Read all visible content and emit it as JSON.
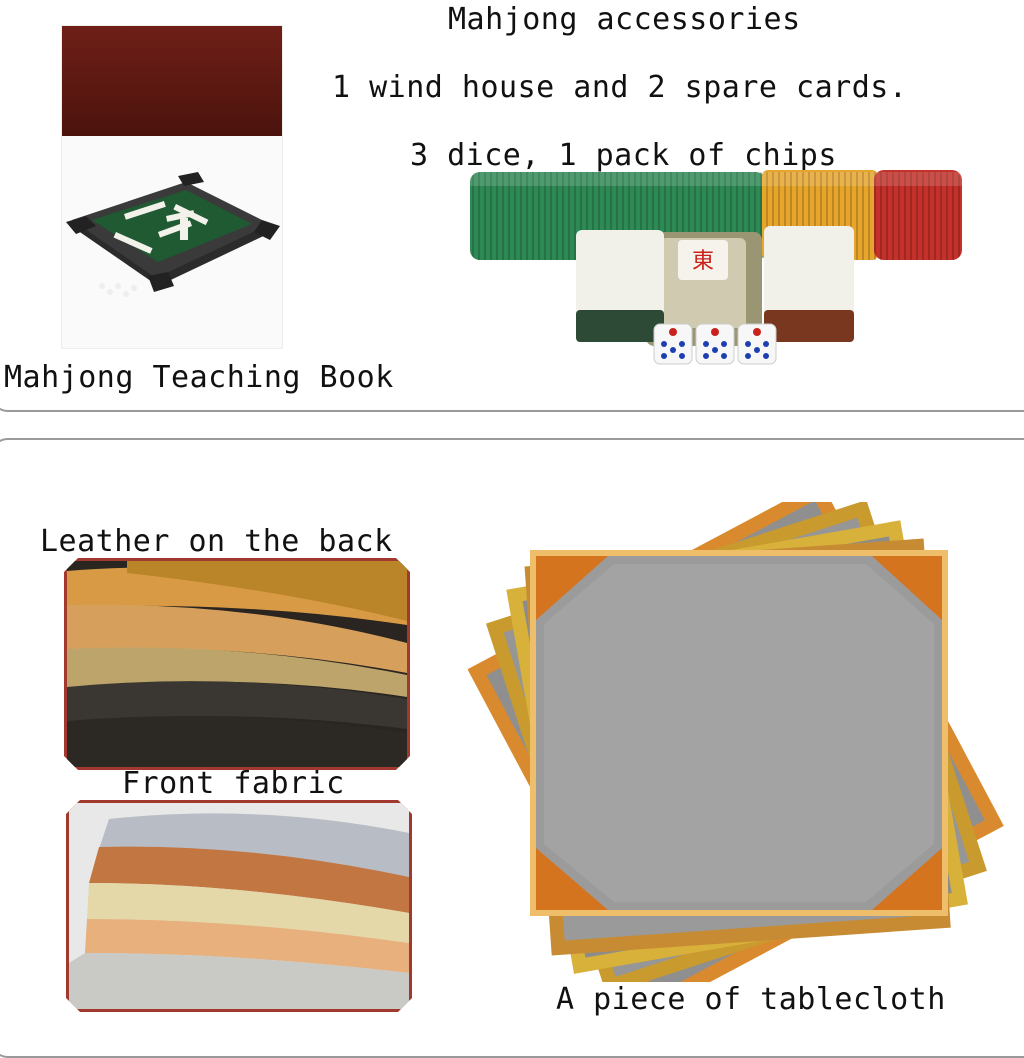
{
  "top_section": {
    "accessories_title": "Mahjong accessories",
    "wind_house_line": "1 wind house and 2 spare cards.",
    "dice_chips_line": "3 dice, 1 pack of chips",
    "book_caption": "Mahjong Teaching Book",
    "tile_glyph": "東"
  },
  "bottom_section": {
    "leather_caption": "Leather on the back",
    "fabric_caption": "Front fabric",
    "tablecloth_caption": "A piece of tablecloth"
  },
  "colors": {
    "book_cover": "#5a1811",
    "table_green": "#1f5a32",
    "chips_green": "#2e8a55",
    "chips_yellow": "#e7a52b",
    "chips_red": "#c4302a",
    "frame_red": "#a1392f",
    "cloth_gray": "#8f8f8f",
    "cloth_orange": "#d98a2e",
    "cloth_yellow": "#d8b13a"
  }
}
